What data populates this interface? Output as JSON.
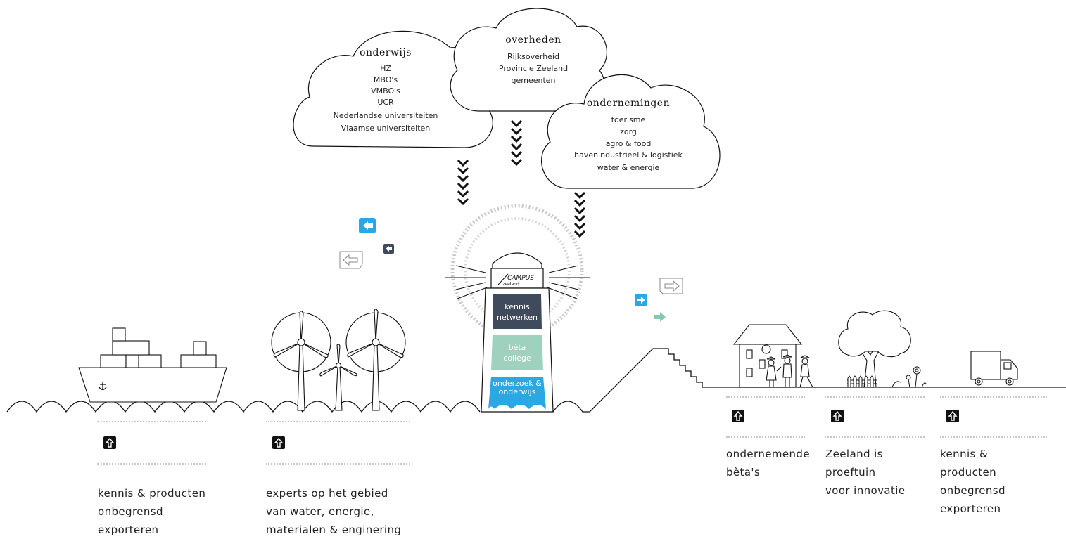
{
  "clouds": {
    "onderwijs": {
      "title": "onderwijs",
      "items": [
        "HZ",
        "MBO's",
        "VMBO's",
        "UCR",
        "Nederlandse universiteiten",
        "Vlaamse universiteiten"
      ]
    },
    "overheden": {
      "title": "overheden",
      "items": [
        "Rijksoverheid",
        "Provincie Zeeland",
        "gemeenten"
      ]
    },
    "ondernemingen": {
      "title": "ondernemingen",
      "items": [
        "toerisme",
        "zorg",
        "agro & food",
        "havenindustrieel & logistiek",
        "water & energie"
      ]
    }
  },
  "lighthouse": {
    "logo_main": "CAMPUS",
    "logo_sub": "zeeland.",
    "top_block": [
      "kennis",
      "netwerken"
    ],
    "middle_block": [
      "bèta",
      "college"
    ],
    "bottom_block": [
      "onderzoek &",
      "onderwijs"
    ]
  },
  "captions": {
    "ship": [
      "kennis & producten",
      "onbegrensd",
      "exporteren"
    ],
    "windmills": [
      "experts op het gebied",
      "van water, energie,",
      "materialen & enginering"
    ],
    "school": [
      "ondernemende",
      "bèta's"
    ],
    "garden": [
      "Zeeland is",
      "proeftuin",
      "voor innovatie"
    ],
    "truck": [
      "kennis &",
      "producten",
      "onbegrensd",
      "exporteren"
    ]
  },
  "colors": {
    "ink": "#111111",
    "dark_slate": "#3f4a5c",
    "mint": "#9fd1bf",
    "sky_blue": "#2aa8e3",
    "arrow_teal": "#88c9ad",
    "halo_grey": "#c8c8c8"
  },
  "icons": [
    "down-chevron-icon",
    "left-arrow-icon",
    "right-arrow-icon",
    "up-arrow-icon",
    "anchor-icon"
  ]
}
